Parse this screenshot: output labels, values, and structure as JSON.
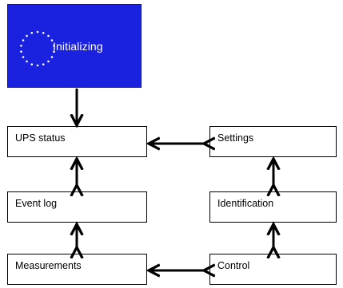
{
  "initializing": {
    "label": "Initializing",
    "color": "#1a22e0",
    "icon": "loading-spinner-icon"
  },
  "nodes": {
    "ups_status": "UPS status",
    "settings": "Settings",
    "event_log": "Event log",
    "identification": "Identification",
    "measurements": "Measurements",
    "control": "Control"
  }
}
